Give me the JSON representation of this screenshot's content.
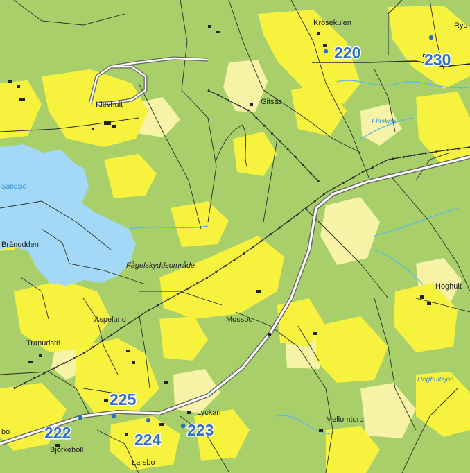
{
  "colors": {
    "forest": "#a9cf6a",
    "open_land": "#f6f23e",
    "pale_field": "#f6f2a6",
    "water": "#a3d9f7",
    "stream": "#5bb9e4",
    "road": "#ffffff",
    "road_edge": "#666666",
    "marker": "#2d6fbf"
  },
  "labels": {
    "place_names": [
      "Krösekulen",
      "Ryd",
      "Klevhult",
      "Gitsås",
      "Brånudden",
      "Fågelskyddsområde",
      "Höghult",
      "Aspelund",
      "Mossbo",
      "Tranudstri",
      "Lyckan",
      "Mellomtorp",
      "Björkeholl",
      "Larsbo",
      "bo"
    ],
    "water_names": [
      "Fläsken",
      "Höghultsjön",
      "Sabosjö"
    ],
    "markers": [
      "220",
      "230",
      "225",
      "222",
      "224",
      "223"
    ]
  }
}
